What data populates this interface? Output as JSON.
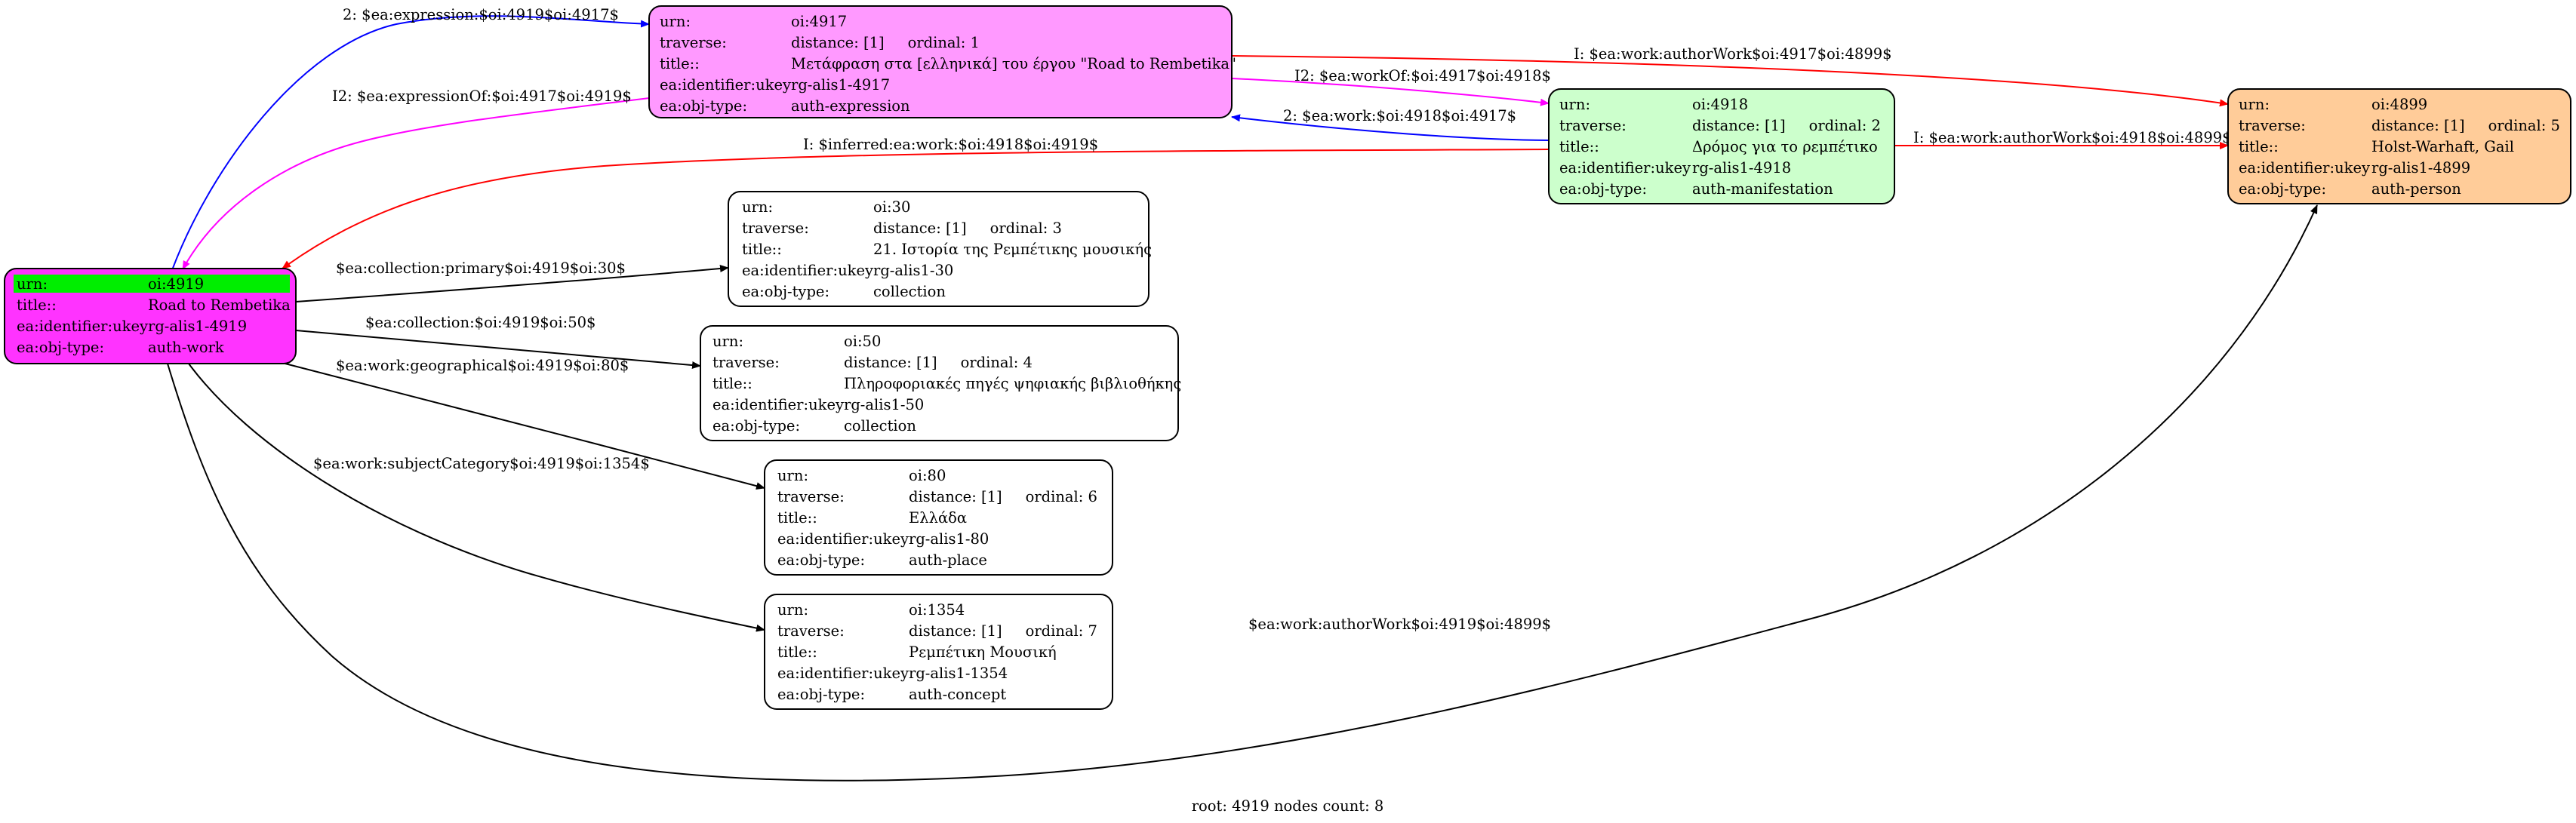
{
  "nodes": [
    {
      "id": "oi:4917",
      "fill": "#ff99ff",
      "rows": [
        [
          "urn:",
          "oi:4917"
        ],
        [
          "traverse:",
          "distance: [1]     ordinal: 1"
        ],
        [
          "title::",
          "Μετάφραση στα [ελληνικά] του έργου \"Road to Rembetika\""
        ],
        [
          "ea:identifier:ukey",
          "rg-alis1-4917"
        ],
        [
          "ea:obj-type:",
          "auth-expression"
        ]
      ]
    },
    {
      "id": "oi:4918",
      "fill": "#ccffcc",
      "rows": [
        [
          "urn:",
          "oi:4918"
        ],
        [
          "traverse:",
          "distance: [1]     ordinal: 2"
        ],
        [
          "title::",
          "Δρόμος για το ρεμπέτικο"
        ],
        [
          "ea:identifier:ukey",
          "rg-alis1-4918"
        ],
        [
          "ea:obj-type:",
          "auth-manifestation"
        ]
      ]
    },
    {
      "id": "oi:4899",
      "fill": "#ffcc99",
      "rows": [
        [
          "urn:",
          "oi:4899"
        ],
        [
          "traverse:",
          "distance: [1]     ordinal: 5"
        ],
        [
          "title::",
          "Holst-Warhaft, Gail"
        ],
        [
          "ea:identifier:ukey",
          "rg-alis1-4899"
        ],
        [
          "ea:obj-type:",
          "auth-person"
        ]
      ]
    },
    {
      "id": "oi:4919",
      "fill": "#ff33ff",
      "highlight": "#00ee00",
      "rows": [
        [
          "urn:",
          "oi:4919"
        ],
        [
          "title::",
          "Road to Rembetika"
        ],
        [
          "ea:identifier:ukey",
          "rg-alis1-4919"
        ],
        [
          "ea:obj-type:",
          "auth-work"
        ]
      ]
    },
    {
      "id": "oi:30",
      "fill": "#ffffff",
      "rows": [
        [
          "urn:",
          "oi:30"
        ],
        [
          "traverse:",
          "distance: [1]     ordinal: 3"
        ],
        [
          "title::",
          "21. Ιστορία της Ρεμπέτικης μουσικής"
        ],
        [
          "ea:identifier:ukey",
          "rg-alis1-30"
        ],
        [
          "ea:obj-type:",
          "collection"
        ]
      ]
    },
    {
      "id": "oi:50",
      "fill": "#ffffff",
      "rows": [
        [
          "urn:",
          "oi:50"
        ],
        [
          "traverse:",
          "distance: [1]     ordinal: 4"
        ],
        [
          "title::",
          "Πληροφοριακές πηγές ψηφιακής βιβλιοθήκης"
        ],
        [
          "ea:identifier:ukey",
          "rg-alis1-50"
        ],
        [
          "ea:obj-type:",
          "collection"
        ]
      ]
    },
    {
      "id": "oi:80",
      "fill": "#ffffff",
      "rows": [
        [
          "urn:",
          "oi:80"
        ],
        [
          "traverse:",
          "distance: [1]     ordinal: 6"
        ],
        [
          "title::",
          "Ελλάδα"
        ],
        [
          "ea:identifier:ukey",
          "rg-alis1-80"
        ],
        [
          "ea:obj-type:",
          "auth-place"
        ]
      ]
    },
    {
      "id": "oi:1354",
      "fill": "#ffffff",
      "rows": [
        [
          "urn:",
          "oi:1354"
        ],
        [
          "traverse:",
          "distance: [1]     ordinal: 7"
        ],
        [
          "title::",
          "Ρεμπέτικη Μουσική"
        ],
        [
          "ea:identifier:ukey",
          "rg-alis1-1354"
        ],
        [
          "ea:obj-type:",
          "auth-concept"
        ]
      ]
    }
  ],
  "edges": [
    {
      "label": "2: $ea:expression:$oi:4919$oi:4917$",
      "color": "#0000ff"
    },
    {
      "label": "I2: $ea:expressionOf:$oi:4917$oi:4919$",
      "color": "#ff00ff"
    },
    {
      "label": "I: $ea:work:authorWork$oi:4917$oi:4899$",
      "color": "#ff0000"
    },
    {
      "label": "I2: $ea:workOf:$oi:4917$oi:4918$",
      "color": "#ff00ff"
    },
    {
      "label": "2: $ea:work:$oi:4918$oi:4917$",
      "color": "#0000ff"
    },
    {
      "label": "I: $inferred:ea:work:$oi:4918$oi:4919$",
      "color": "#ff0000"
    },
    {
      "label": "I: $ea:work:authorWork$oi:4918$oi:4899$",
      "color": "#ff0000"
    },
    {
      "label": "$ea:collection:primary$oi:4919$oi:30$",
      "color": "#000000"
    },
    {
      "label": "$ea:collection:$oi:4919$oi:50$",
      "color": "#000000"
    },
    {
      "label": "$ea:work:geographical$oi:4919$oi:80$",
      "color": "#000000"
    },
    {
      "label": "$ea:work:subjectCategory$oi:4919$oi:1354$",
      "color": "#000000"
    },
    {
      "label": "$ea:work:authorWork$oi:4919$oi:4899$",
      "color": "#000000"
    }
  ],
  "footer": "root: 4919 nodes count: 8"
}
